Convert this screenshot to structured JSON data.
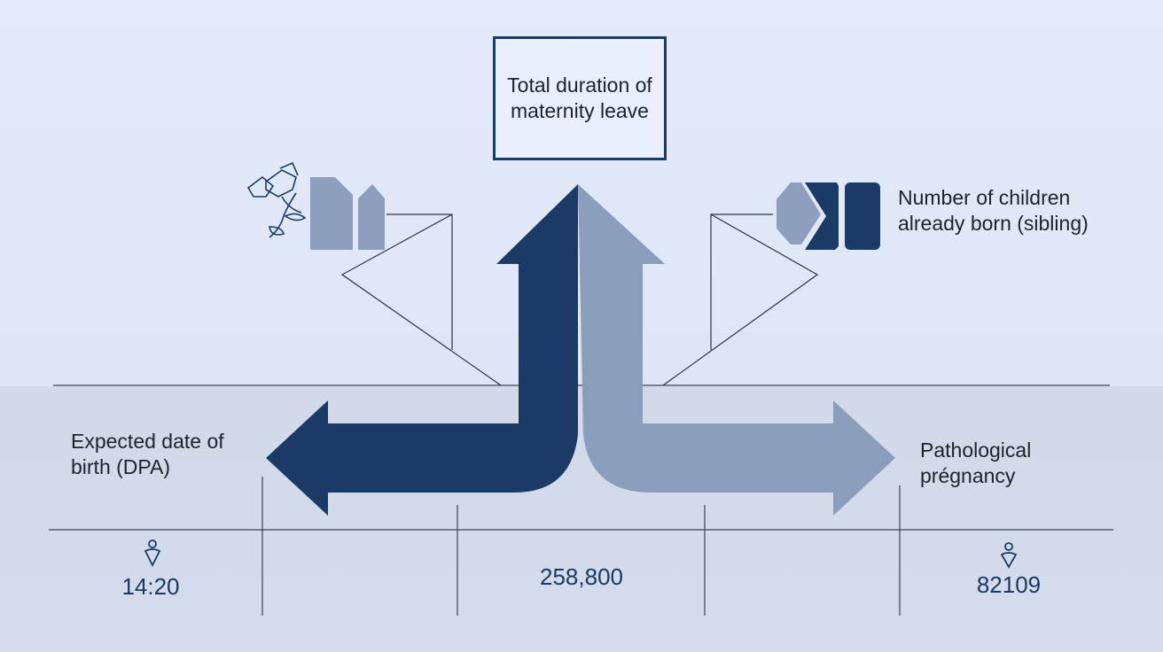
{
  "diagram": {
    "title": "Total duration of maternity leave",
    "labels": {
      "top_right": "Number of children already born (sibling)",
      "bottom_left": "Expected date of birth (DPA)",
      "bottom_right": "Pathological prégnancy"
    },
    "values": {
      "left": "14:20",
      "center": "258,800",
      "right": "82109"
    },
    "icons": {
      "top_left": "flower-sprig-icon",
      "top_left_shape": "tag-shapes-icon",
      "top_right_shape": "chevron-blocks-icon",
      "value_left_marker": "location-pin-icon",
      "value_right_marker": "location-pin-icon"
    },
    "colors": {
      "dark_arrow": "#1b3a66",
      "light_arrow": "#8a9dbb",
      "grey_shape": "#8e9fbe",
      "text": "#1c2330",
      "value_text": "#1b3a66",
      "line": "#2a3446"
    }
  }
}
